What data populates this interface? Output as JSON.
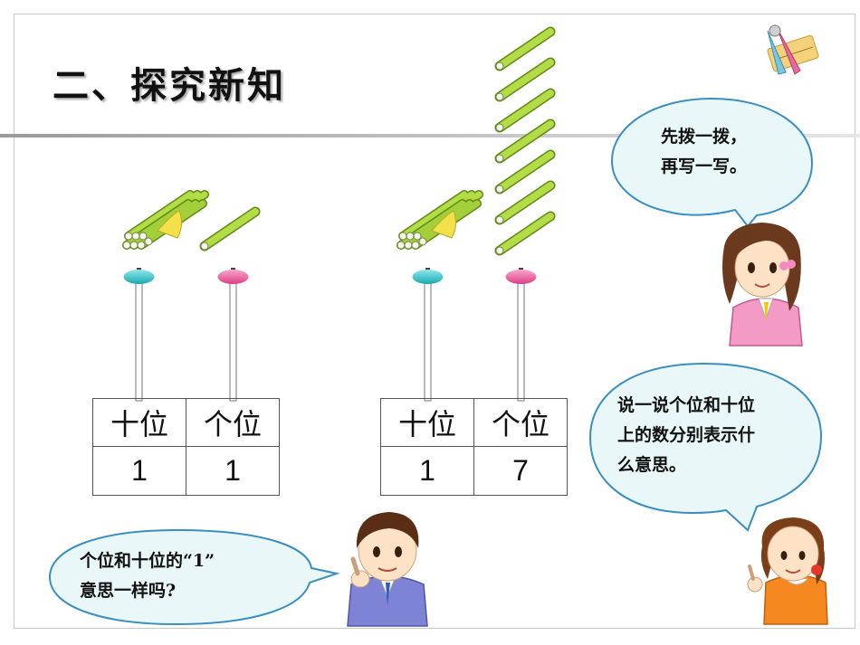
{
  "slide": {
    "title": "二、探究新知"
  },
  "bubbles": {
    "girl_top": [
      "先拨一拨，",
      "再写一写。"
    ],
    "girl_bottom": [
      "说一说个位和十位",
      "上的数分别表示什",
      "么意思。"
    ],
    "boy": [
      "个位和十位的“1”",
      "意思一样吗?"
    ]
  },
  "tables": [
    {
      "headers": [
        "十位",
        "个位"
      ],
      "values": [
        "1",
        "1"
      ]
    },
    {
      "headers": [
        "十位",
        "个位"
      ],
      "values": [
        "1",
        "7"
      ]
    }
  ],
  "abacus": [
    {
      "tens_bundles": 1,
      "ones_sticks": 1
    },
    {
      "tens_bundles": 1,
      "ones_sticks": 7
    }
  ],
  "colors": {
    "stick": "#a6d43a",
    "tens_bead": "#3ec6cc",
    "ones_bead": "#ee5aa0",
    "bubble": "#e9f7f9",
    "bubble_border": "#3a8fbf"
  }
}
